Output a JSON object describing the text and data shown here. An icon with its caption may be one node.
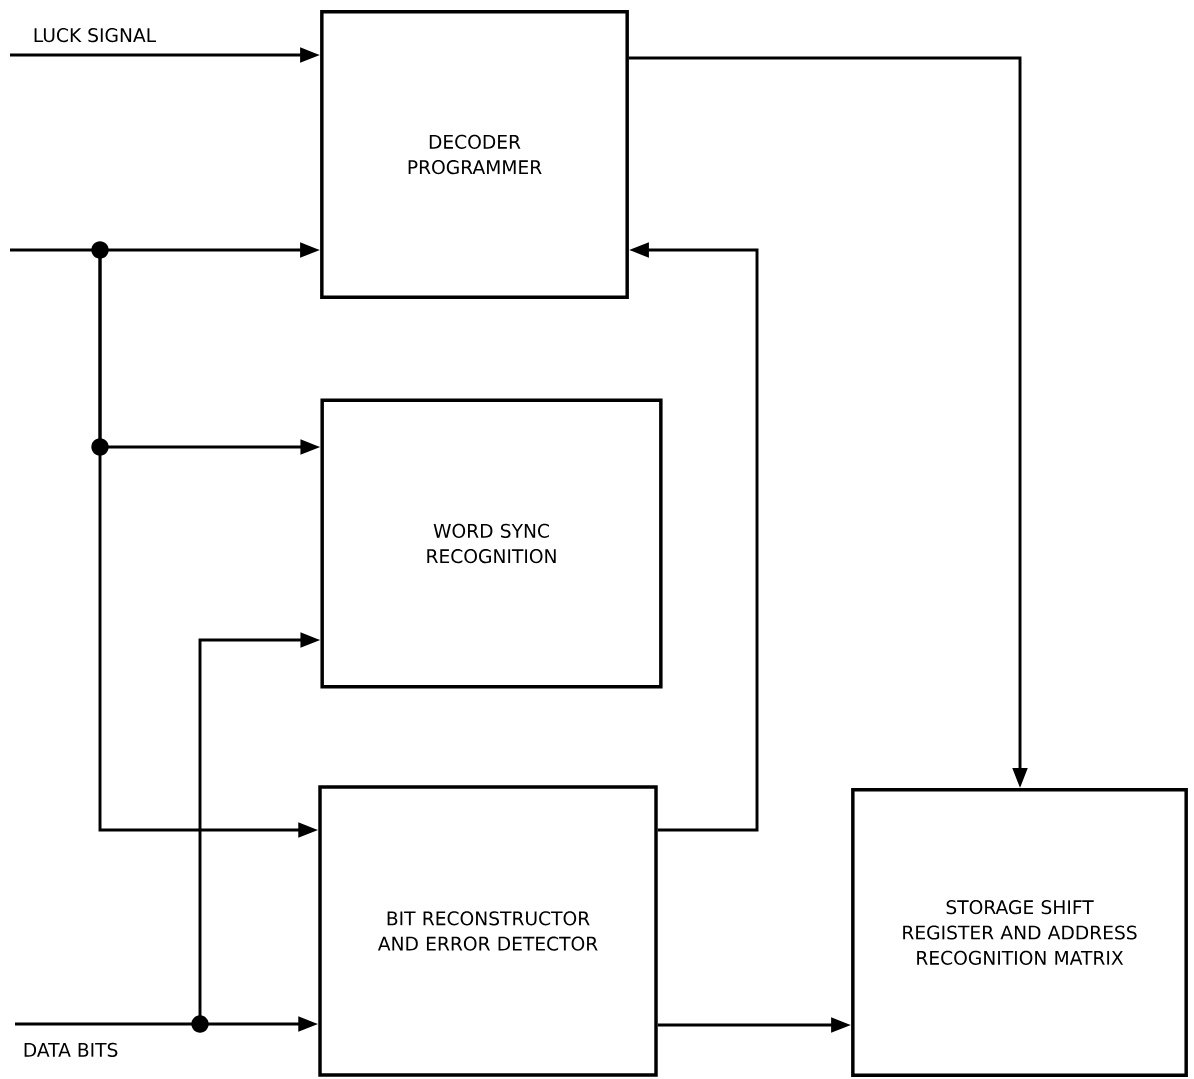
{
  "diagram": {
    "nodes": [
      {
        "text": [
          "DECODER PROGRAMMER"
        ]
      },
      {
        "text": [
          "WORD SYNC RECOGNITION"
        ]
      },
      {
        "text": [
          "BIT RECONSTRUCTOR AND ERROR DETECTOR"
        ]
      },
      {
        "text": [
          "STORAGE SHIFT REGISTER AND ADDRESS RECOGNITION MATRIX"
        ]
      }
    ],
    "edges": [
      {
        "from": null,
        "to": 0,
        "arrow": "to",
        "label": "LUCK SIGNAL"
      },
      {
        "from": null,
        "to": 0,
        "arrow": "to"
      },
      {
        "from": null,
        "to": 1,
        "arrow": "to"
      },
      {
        "from": null,
        "to": 2,
        "arrow": "to"
      },
      {
        "from": null,
        "to": 2,
        "arrow": "to",
        "label": "DATA BITS"
      },
      {
        "from": null,
        "to": 1,
        "arrow": "to"
      },
      {
        "from": 2,
        "to": 0,
        "arrow": "to"
      },
      {
        "from": 0,
        "to": 3,
        "arrow": "to"
      },
      {
        "from": 2,
        "to": 3,
        "arrow": "to"
      }
    ]
  }
}
